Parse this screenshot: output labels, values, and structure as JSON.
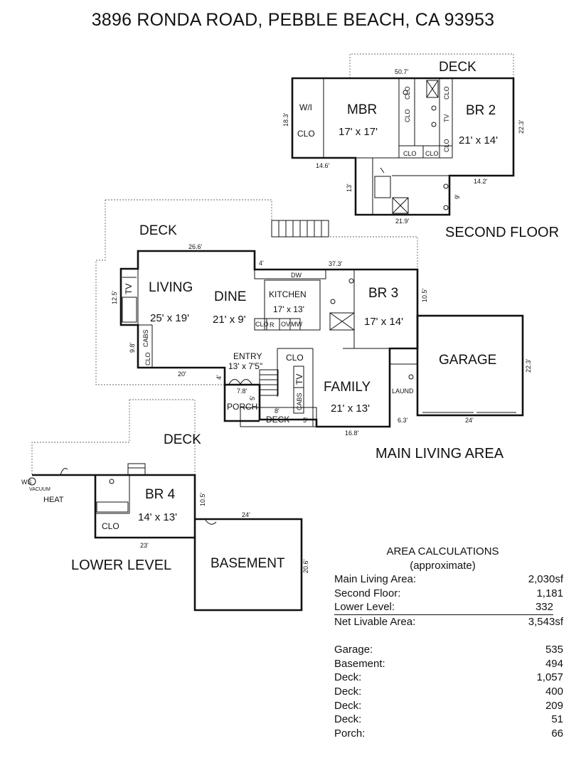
{
  "title": "3896 RONDA ROAD, PEBBLE BEACH, CA 93953",
  "floors": {
    "second": "SECOND FLOOR",
    "main": "MAIN LIVING AREA",
    "lower": "LOWER LEVEL"
  },
  "rooms": {
    "deck_upper": "DECK",
    "mbr": "MBR",
    "mbr_size": "17' x 17'",
    "br2": "BR 2",
    "br2_size": "21' x 14'",
    "wi": "W/I",
    "clo": "CLO",
    "tv": "TV",
    "deck_main": "DECK",
    "living": "LIVING",
    "living_size": "25' x 19'",
    "dine": "DINE",
    "dine_size": "21' x 9'",
    "kitchen": "KITCHEN",
    "kitchen_size": "17' x 13'",
    "br3": "BR 3",
    "br3_size": "17' x 14'",
    "garage": "GARAGE",
    "entry": "ENTRY",
    "entry_size": "13' x 7'5\"",
    "family": "FAMILY",
    "family_size": "21' x 13'",
    "porch": "PORCH",
    "deck_small": "DECK",
    "laund": "LAUND",
    "cabs": "CABS",
    "dw": "DW",
    "r": "R",
    "ov": "OV",
    "mw": "MW",
    "deck_lower": "DECK",
    "br4": "BR 4",
    "br4_size": "14' x 13'",
    "basement": "BASEMENT",
    "ws": "WS",
    "vacuum": "VACUUM",
    "heat": "HEAT"
  },
  "dims": {
    "d507": "50.7'",
    "d183": "18.3'",
    "d223a": "22.3'",
    "d146": "14.6'",
    "d13": "13'",
    "d142": "14.2'",
    "d9": "9'",
    "d219": "21.9'",
    "d266": "26.6'",
    "d4a": "4'",
    "d373": "37.3'",
    "d125": "12.5'",
    "d105a": "10.5'",
    "d98": "9.8'",
    "d20": "20'",
    "d4b": "4'",
    "d78": "7.8'",
    "d5a": "5'",
    "d8": "8'",
    "d5b": "5'",
    "d168": "16.8'",
    "d63": "6.3'",
    "d24a": "24'",
    "d223b": "22.3'",
    "d105b": "10.5'",
    "d24b": "24'",
    "d23": "23'",
    "d206": "20.6'"
  },
  "area": {
    "header1": "AREA CALCULATIONS",
    "header2": "(approximate)",
    "rows": [
      {
        "label": "Main Living Area:",
        "value": "2,030sf"
      },
      {
        "label": "Second Floor:",
        "value": "1,181"
      },
      {
        "label": "Lower Level:",
        "value": "332"
      },
      {
        "label": "Net Livable Area:",
        "value": "3,543sf"
      }
    ],
    "other": [
      {
        "label": "Garage:",
        "value": "535"
      },
      {
        "label": "Basement:",
        "value": "494"
      },
      {
        "label": "Deck:",
        "value": "1,057"
      },
      {
        "label": "Deck:",
        "value": "400"
      },
      {
        "label": "Deck:",
        "value": "209"
      },
      {
        "label": "Deck:",
        "value": "51"
      },
      {
        "label": "Porch:",
        "value": "66"
      }
    ]
  }
}
